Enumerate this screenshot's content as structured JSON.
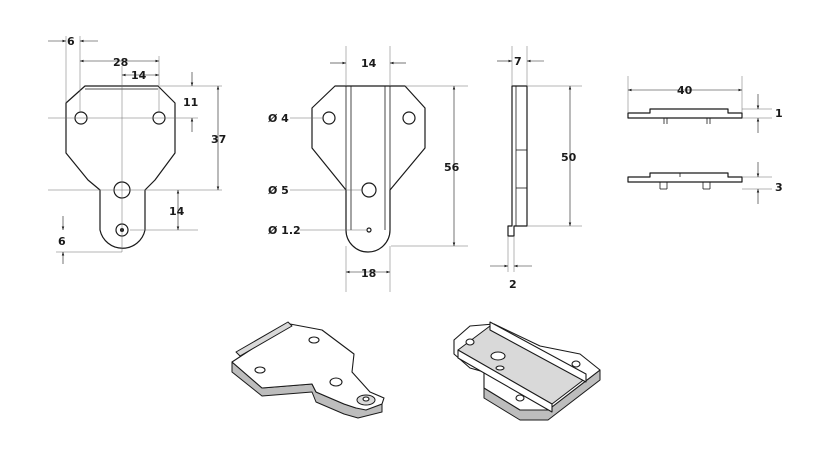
{
  "front_view": {
    "dim_edge_offset": "6",
    "dim_hole_pitch": "28",
    "dim_center_offset": "14",
    "dim_top_to_hole": "11",
    "dim_top_to_center_hole": "37",
    "dim_center_to_tip_hole": "14",
    "dim_tip_radius": "6"
  },
  "holes_view": {
    "dim_width_top": "14",
    "dim_height_total": "56",
    "dim_width_bottom": "18",
    "hole_d4_label": "Ø 4",
    "hole_d5_label": "Ø 5",
    "hole_d12_label": "Ø 1.2"
  },
  "side_view": {
    "dim_depth": "7",
    "dim_height": "50",
    "dim_thickness": "2"
  },
  "top_views": {
    "dim_length": "40",
    "dim_thickness_a": "1",
    "dim_thickness_b": "3"
  }
}
